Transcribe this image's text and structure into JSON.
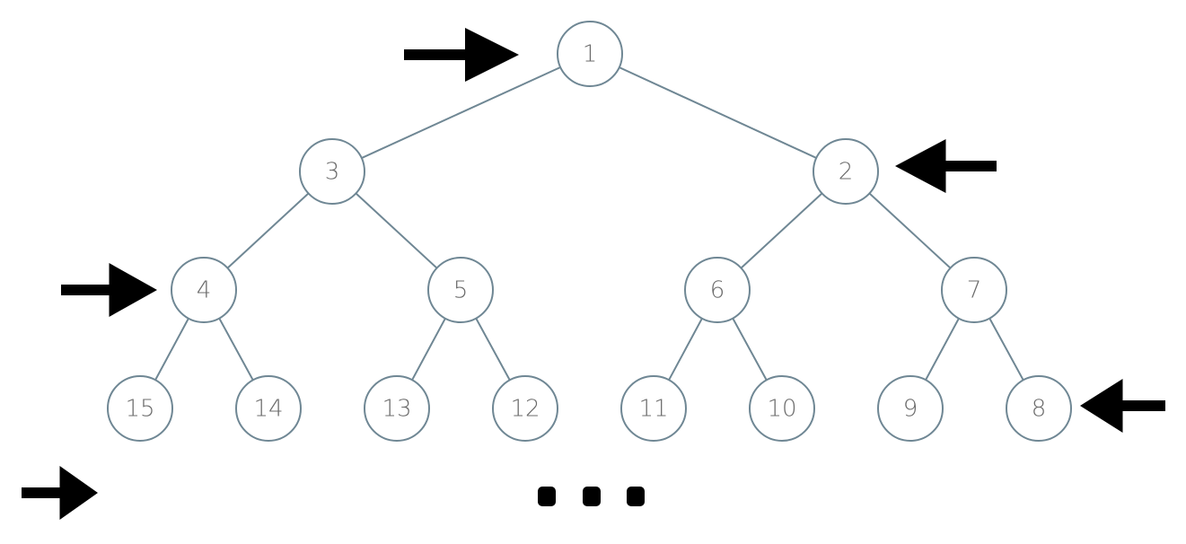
{
  "tree": {
    "nodes": [
      {
        "id": "n1",
        "label": "1"
      },
      {
        "id": "n3",
        "label": "3"
      },
      {
        "id": "n2",
        "label": "2"
      },
      {
        "id": "n4",
        "label": "4"
      },
      {
        "id": "n5",
        "label": "5"
      },
      {
        "id": "n6",
        "label": "6"
      },
      {
        "id": "n7",
        "label": "7"
      },
      {
        "id": "n15",
        "label": "15"
      },
      {
        "id": "n14",
        "label": "14"
      },
      {
        "id": "n13",
        "label": "13"
      },
      {
        "id": "n12",
        "label": "12"
      },
      {
        "id": "n11",
        "label": "11"
      },
      {
        "id": "n10",
        "label": "10"
      },
      {
        "id": "n9",
        "label": "9"
      },
      {
        "id": "n8",
        "label": "8"
      }
    ],
    "edges": [
      {
        "from": "n1",
        "to": "n3"
      },
      {
        "from": "n1",
        "to": "n2"
      },
      {
        "from": "n3",
        "to": "n4"
      },
      {
        "from": "n3",
        "to": "n5"
      },
      {
        "from": "n2",
        "to": "n6"
      },
      {
        "from": "n2",
        "to": "n7"
      },
      {
        "from": "n4",
        "to": "n15"
      },
      {
        "from": "n4",
        "to": "n14"
      },
      {
        "from": "n5",
        "to": "n13"
      },
      {
        "from": "n5",
        "to": "n12"
      },
      {
        "from": "n6",
        "to": "n11"
      },
      {
        "from": "n6",
        "to": "n10"
      },
      {
        "from": "n7",
        "to": "n9"
      },
      {
        "from": "n7",
        "to": "n8"
      }
    ],
    "arrows": [
      {
        "level": 1,
        "direction": "right",
        "points_to": "n1"
      },
      {
        "level": 2,
        "direction": "left",
        "points_to": "n2"
      },
      {
        "level": 3,
        "direction": "right",
        "points_to": "n4"
      },
      {
        "level": 4,
        "direction": "left",
        "points_to": "n8"
      },
      {
        "level": 5,
        "direction": "right",
        "points_to": ""
      }
    ],
    "has_ellipsis": true
  },
  "colors": {
    "edge": "#6f8794",
    "node_border": "#6f8794",
    "node_text": "#6b6b6b",
    "arrow": "#000000"
  }
}
